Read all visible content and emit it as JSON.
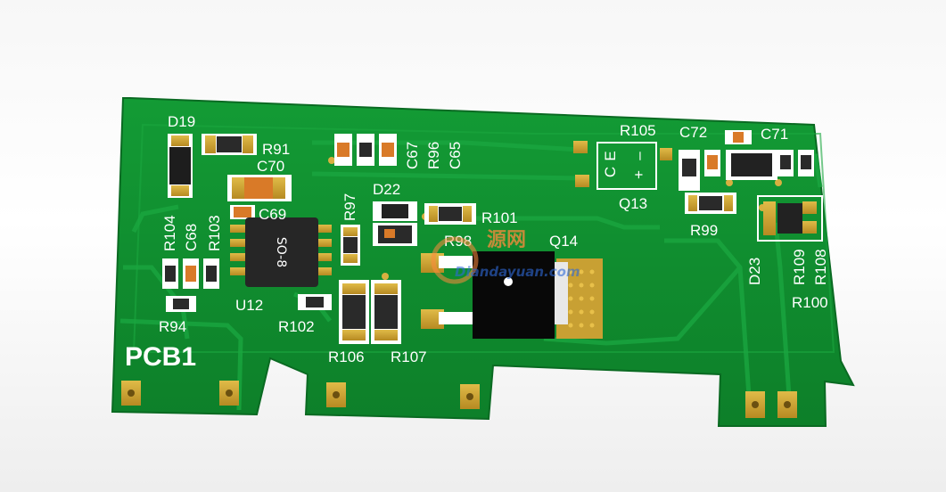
{
  "board": {
    "name": "PCB1",
    "chip_label": "SO-8",
    "solder_mask_color": "#118a2f",
    "silkscreen_color": "#ffffff",
    "copper_color": "#c8a033"
  },
  "designators": {
    "D19": "D19",
    "R91": "R91",
    "C70": "C70",
    "C69": "C69",
    "C67": "C67",
    "R96": "R96",
    "C65": "C65",
    "R97": "R97",
    "D22": "D22",
    "R101": "R101",
    "R98": "R98",
    "Q14": "Q14",
    "R105": "R105",
    "C72": "C72",
    "C71": "C71",
    "Q13": "Q13",
    "R99": "R99",
    "D23": "D23",
    "R109": "R109",
    "R108": "R108",
    "R100": "R100",
    "R104": "R104",
    "C68": "C68",
    "R103": "R103",
    "U12": "U12",
    "R94": "R94",
    "R102": "R102",
    "R106": "R106",
    "R107": "R107"
  },
  "q13_marks": {
    "c": "C",
    "e": "E",
    "minus": "–",
    "plus": "+"
  },
  "watermark": {
    "cn": "源网",
    "en": "Diandayuan.com"
  }
}
